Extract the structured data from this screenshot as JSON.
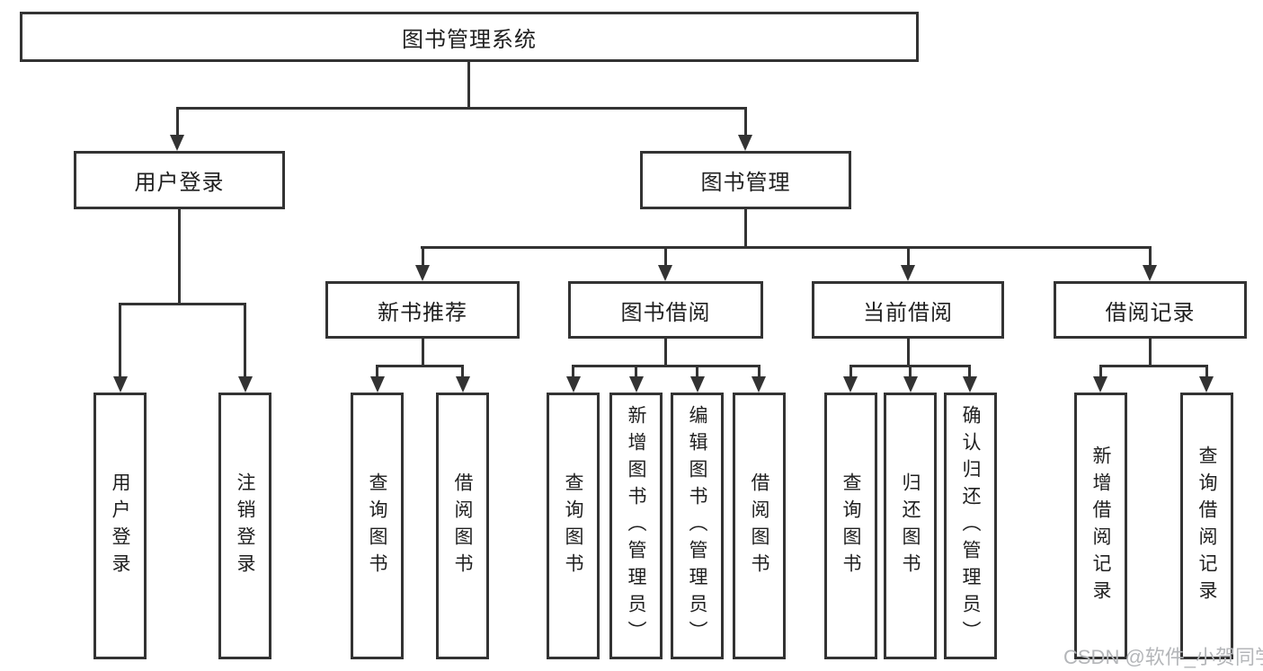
{
  "colors": {
    "line": "#333333",
    "text": "#1f1f1f",
    "background": "#ffffff",
    "watermark": "#b4b6b9"
  },
  "watermark": "CSDN @软件_小贺同学",
  "diagram": {
    "root": {
      "label": "图书管理系统"
    },
    "branches": [
      {
        "label": "用户登录",
        "children": [
          {
            "label": "用户登录"
          },
          {
            "label": "注销登录"
          }
        ]
      },
      {
        "label": "图书管理",
        "children": [
          {
            "label": "新书推荐",
            "children": [
              {
                "label": "查询图书"
              },
              {
                "label": "借阅图书"
              }
            ]
          },
          {
            "label": "图书借阅",
            "children": [
              {
                "label": "查询图书"
              },
              {
                "label": "新增图书（管理员）"
              },
              {
                "label": "编辑图书（管理员）"
              },
              {
                "label": "借阅图书"
              }
            ]
          },
          {
            "label": "当前借阅",
            "children": [
              {
                "label": "查询图书"
              },
              {
                "label": "归还图书"
              },
              {
                "label": "确认归还（管理员）"
              }
            ]
          },
          {
            "label": "借阅记录",
            "children": [
              {
                "label": "新增借阅记录"
              },
              {
                "label": "查询借阅记录"
              }
            ]
          }
        ]
      }
    ]
  }
}
